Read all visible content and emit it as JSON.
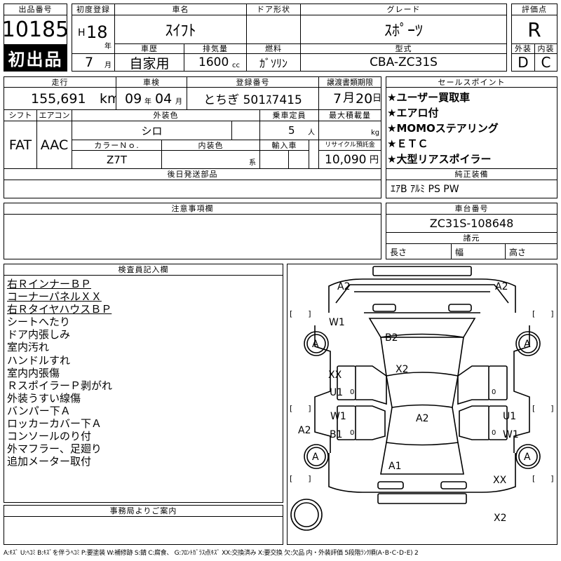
{
  "header": {
    "lot_no_label": "出品番号",
    "lot_no": "10185",
    "first_time_badge": "初出品",
    "first_reg_label": "初度登録",
    "era": "H",
    "year_num": "18",
    "year_unit": "年",
    "month_num": "7",
    "month_unit": "月",
    "car_name_label": "車名",
    "car_name": "ｽｲﾌﾄ",
    "door_label": "ドア形状",
    "door": "",
    "grade_label": "グレード",
    "grade": "ｽﾎﾟｰﾂ",
    "score_label": "評価点",
    "score": "R",
    "history_label": "車歴",
    "history": "自家用",
    "displacement_label": "排気量",
    "displacement": "1600",
    "displacement_unit": "cc",
    "fuel_label": "燃料",
    "fuel": "ｶﾞｿﾘﾝ",
    "model_label": "型式",
    "model": "CBA-ZC31S",
    "exterior_grade_label": "外装",
    "exterior_grade": "D",
    "interior_grade_label": "内装",
    "interior_grade": "C"
  },
  "row2": {
    "mileage_label": "走行",
    "mileage": "155,691",
    "mileage_unit": "km",
    "inspection_label": "車検",
    "inspection_year": "09",
    "inspection_year_unit": "年",
    "inspection_month": "04",
    "inspection_month_unit": "月",
    "plate_label": "登録番号",
    "plate": "とちぎ 501ｽ7415",
    "transfer_label": "譲渡書類期限",
    "transfer_month": "7",
    "transfer_month_unit": "月",
    "transfer_day": "20",
    "transfer_day_unit": "日",
    "shift_label": "シフト",
    "shift": "FAT",
    "ac_label": "エアコン",
    "ac": "AAC",
    "ext_color_label": "外装色",
    "ext_color": "シロ",
    "capacity_label": "乗車定員",
    "capacity": "5",
    "capacity_unit": "人",
    "load_label": "最大積載量",
    "load": "",
    "load_unit": "kg",
    "color_no_label": "カラーＮｏ.",
    "color_no": "Z7T",
    "int_color_label": "内装色",
    "int_color": "",
    "int_color_unit": "系",
    "import_label": "輸入車",
    "import": "",
    "recycle_label": "リサイクル預託金",
    "recycle": "10,090",
    "recycle_unit": "円"
  },
  "sales_points": {
    "label": "セールスポイント",
    "items": [
      "★ユーザー買取車",
      "★エアロ付",
      "★MOMOステアリング",
      "★ＥＴＣ",
      "★大型リアスポイラー"
    ]
  },
  "later_parts_label": "後日発送部品",
  "later_parts": "",
  "equipment_label": "純正装備",
  "equipment": "ｴｱB ｱﾙﾐ PS PW",
  "notes_label": "注意事項欄",
  "notes": "",
  "chassis_label": "車台番号",
  "chassis": "ZC31S-108648",
  "dims_label": "諸元",
  "length_label": "長さ",
  "width_label": "幅",
  "height_label": "高さ",
  "inspector": {
    "label": "検査員記入欄",
    "items": [
      "右ＲインナーＢＰ",
      "コーナーパネルＸＸ",
      "右ＲタイヤハウスＢＰ",
      "シートへたり",
      "ドア内張しみ",
      "室内汚れ",
      "ハンドルすれ",
      "室内内張傷",
      "ＲスポイラーＰ剥がれ",
      "外装うすい線傷",
      "バンパー下Ａ",
      "ロッカーカバー下Ａ",
      "コンソールのり付",
      "外マフラー、足廻り",
      "追加メーター取付"
    ]
  },
  "office_label": "事務局よりご案内",
  "office": "",
  "diagram": {
    "marks": {
      "front_left": "A2",
      "front_right": "A2",
      "w1_a": "W1",
      "b2": "B2",
      "x2_top": "X2",
      "xx_left": "XX",
      "u1_left": "U1",
      "w1_left": "W1",
      "b1": "B1",
      "a2_center": "A2",
      "u1_right": "U1",
      "w1_right": "W1",
      "a2_left": "A2",
      "a1": "A1",
      "xx_right": "XX",
      "x2_bottom": "X2",
      "tire_fl": "A",
      "tire_fr": "A",
      "tire_rl": "A",
      "tire_rr": "A",
      "bracket": "[　　]",
      "zero": "0"
    }
  },
  "legend": "A:ｷｽﾞ U:ﾍｺﾐ B:ｷｽﾞを伴うﾍｺﾐ P:要塗装 W:補修跡 S:錆 C:腐食、 G:ﾌﾛﾝﾄｶﾞﾗｽ点ｷｽﾞ XX:交換済み X:要交換 欠:欠品 内・外装評価 5段階ﾗﾝｸ順(A･B･C･D･E) 2"
}
